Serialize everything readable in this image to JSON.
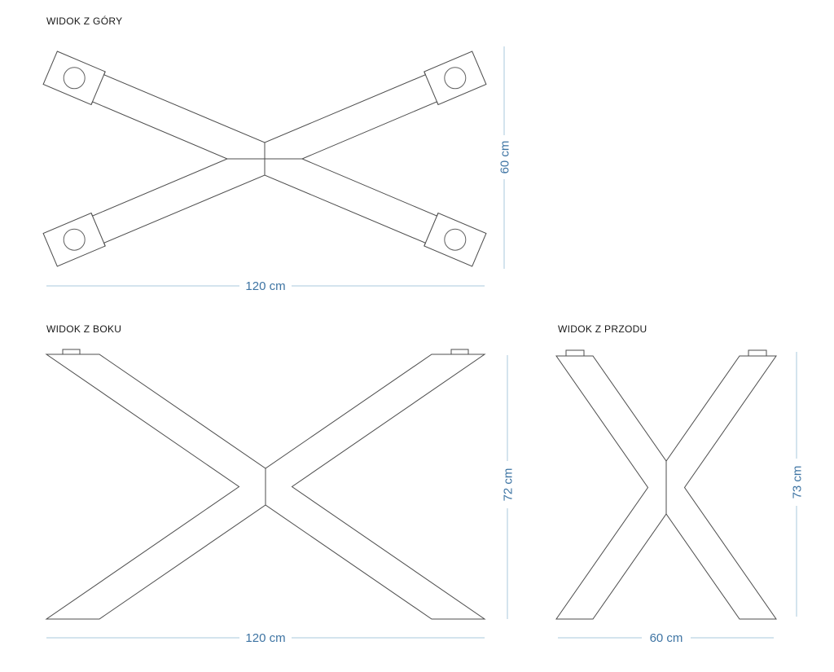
{
  "document": {
    "type": "technical-drawing",
    "subject": "X-shaped table leg frame, three orthographic views"
  },
  "colors": {
    "drawing_stroke": "#4c4c4c",
    "dimension_line": "#a8c8dc",
    "dimension_text": "#3e74a3",
    "title_text": "#161616",
    "page_bg": "#ffffff"
  },
  "views": {
    "top": {
      "title": "WIDOK Z GÓRY",
      "width_label": "120 cm",
      "depth_label": "60 cm"
    },
    "side": {
      "title": "WIDOK Z BOKU",
      "width_label": "120 cm",
      "height_label": "72 cm"
    },
    "front": {
      "title": "WIDOK Z PRZODU",
      "width_label": "60 cm",
      "height_label": "73 cm"
    }
  }
}
